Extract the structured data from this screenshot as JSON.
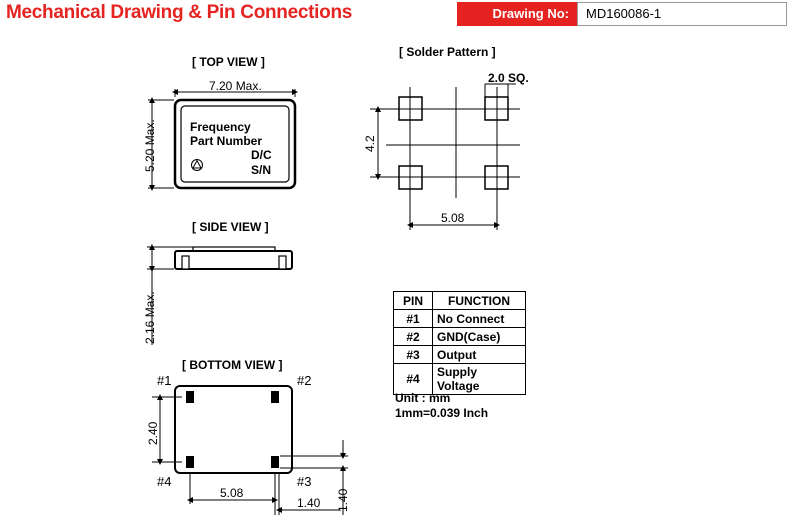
{
  "header": {
    "title": "Mechanical Drawing & Pin Connections",
    "drawing_no_label": "Drawing No:",
    "drawing_no_value": "MD160086-1"
  },
  "top_view": {
    "heading": "[ TOP  VIEW ]",
    "width_dim": "7.20 Max.",
    "height_dim": "5.20 Max.",
    "marking_line1": "Frequency",
    "marking_line2": "Part Number",
    "marking_line3": "D/C",
    "marking_line4": "S/N"
  },
  "side_view": {
    "heading": "[ SIDE  VIEW ]",
    "height_dim": "2.16 Max."
  },
  "bottom_view": {
    "heading": "[ BOTTOM  VIEW ]",
    "pin1": "#1",
    "pin2": "#2",
    "pin3": "#3",
    "pin4": "#4",
    "pad_pitch_v": "2.40",
    "pad_pitch_h": "5.08",
    "pad_width": "1.40",
    "pad_height": "1.40"
  },
  "solder_pattern": {
    "heading": "[ Solder Pattern ]",
    "pad_size": "2.0 SQ.",
    "v_pitch": "4.2",
    "h_pitch": "5.08"
  },
  "pin_table": {
    "headers": [
      "PIN",
      "FUNCTION"
    ],
    "rows": [
      [
        "#1",
        "No Connect"
      ],
      [
        "#2",
        "GND(Case)"
      ],
      [
        "#3",
        "Output"
      ],
      [
        "#4",
        "Supply Voltage"
      ]
    ]
  },
  "units": {
    "line1": "Unit : mm",
    "line2": "1mm=0.039 Inch"
  }
}
